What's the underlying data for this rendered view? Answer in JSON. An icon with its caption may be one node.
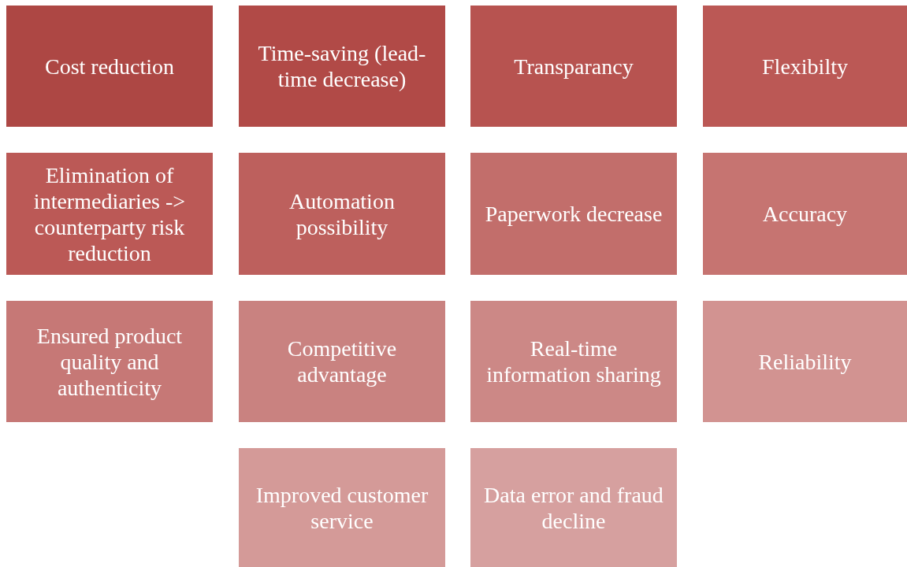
{
  "diagram": {
    "nodes": [
      {
        "text": [
          "Cost reduction"
        ]
      },
      {
        "text": [
          "Time-saving (lead-time decrease)"
        ]
      },
      {
        "text": [
          "Transparancy"
        ]
      },
      {
        "text": [
          "Flexibilty"
        ]
      },
      {
        "text": [
          "Elimination of intermediaries -> counterparty risk reduction"
        ]
      },
      {
        "text": [
          "Automation possibility"
        ]
      },
      {
        "text": [
          "Paperwork decrease"
        ]
      },
      {
        "text": [
          "Accuracy"
        ]
      },
      {
        "text": [
          "Ensured product quality and authenticity"
        ]
      },
      {
        "text": [
          "Competitive advantage"
        ]
      },
      {
        "text": [
          "Real-time information sharing"
        ]
      },
      {
        "text": [
          "Reliability"
        ]
      },
      {
        "text": [
          "Improved customer service"
        ]
      },
      {
        "text": [
          "Data error and fraud decline"
        ]
      }
    ]
  }
}
